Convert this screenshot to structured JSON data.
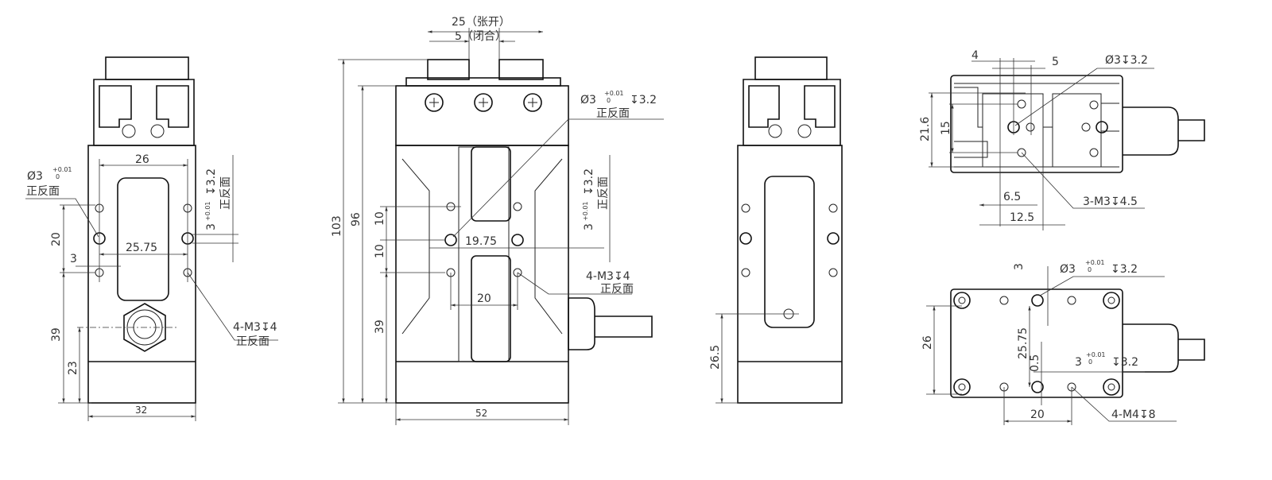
{
  "view_front": {
    "width_top": "26",
    "hole_label": "Ø3",
    "tol_up": "+0.01",
    "tol_low": "0",
    "both_sides": "正反面",
    "right_callout": "3",
    "right_depth": "↧3.2",
    "right_both_sides": "正反面",
    "spacing_20": "20",
    "span_25_75": "25.75",
    "offset_3": "3",
    "height_39": "39",
    "height_23": "23",
    "width_32": "32",
    "thread_callout": "4-M3↧4",
    "thread_both_sides": "正反面"
  },
  "view_side": {
    "open_stroke": "25（张开）",
    "closed_stroke": "5（闭合）",
    "height_103": "103",
    "height_96": "96",
    "pitch_10a": "10",
    "pitch_10b": "10",
    "height_39": "39",
    "span_19_75": "19.75",
    "span_20": "20",
    "width_52": "52",
    "hole_label": "Ø3",
    "tol_up": "+0.01",
    "tol_low": "0",
    "hole_depth": "↧3.2",
    "both_sides": "正反面",
    "right_callout": "3",
    "right_depth": "↧3.2",
    "right_both_sides": "正反面",
    "thread_callout": "4-M3↧4",
    "thread_both_sides": "正反面"
  },
  "view_back": {
    "height_26_5": "26.5"
  },
  "view_top": {
    "dim_4": "4",
    "dim_5": "5",
    "hole_callout": "Ø3↧3.2",
    "height_21_6": "21.6",
    "height_15": "15",
    "dim_6_5": "6.5",
    "dim_12_5": "12.5",
    "thread_callout": "3-M3↧4.5"
  },
  "view_bottom": {
    "dim_3": "3",
    "hole_label": "Ø3",
    "tol_up": "+0.01",
    "tol_low": "0",
    "hole_depth": "↧3.2",
    "height_26": "26",
    "span_25_75": "25.75",
    "dim_0_5": "0.5",
    "hole2_label": "3",
    "hole2_tol_up": "+0.01",
    "hole2_tol_low": "0",
    "hole2_depth": "↧3.2",
    "span_20": "20",
    "thread_callout": "4-M4↧8"
  }
}
